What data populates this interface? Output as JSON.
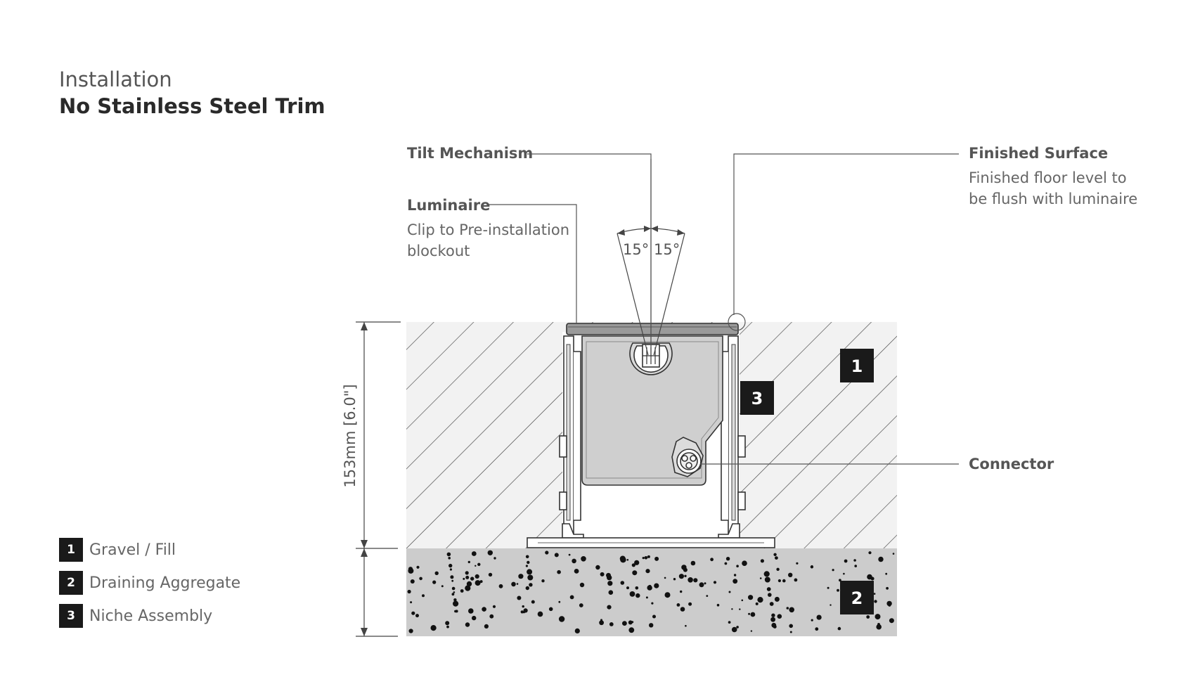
{
  "header": {
    "title": "Installation",
    "subtitle": "No Stainless Steel Trim"
  },
  "callouts": {
    "tilt_mechanism": {
      "label": "Tilt Mechanism"
    },
    "luminaire": {
      "label": "Luminaire",
      "desc_line1": "Clip to Pre-installation",
      "desc_line2": "blockout"
    },
    "finished_surface": {
      "label": "Finished Surface",
      "desc_line1": "Finished floor level to",
      "desc_line2": "be flush with luminaire"
    },
    "connector": {
      "label": "Connector"
    }
  },
  "tilt": {
    "left_angle": "15°",
    "right_angle": "15°"
  },
  "dimension": {
    "depth_label": "153mm [6.0\"]"
  },
  "badges": {
    "gravel": "1",
    "aggregate": "2",
    "niche": "3"
  },
  "legend": {
    "items": [
      {
        "number": "1",
        "label": "Gravel / Fill"
      },
      {
        "number": "2",
        "label": "Draining Aggregate"
      },
      {
        "number": "3",
        "label": "Niche Assembly"
      }
    ]
  },
  "colors": {
    "badge": "#1a1a1a",
    "gravel_fill": "#f2f2f2",
    "aggregate_fill": "#cccccc",
    "luminaire_body": "#cfcfcf",
    "line": "#555555"
  }
}
